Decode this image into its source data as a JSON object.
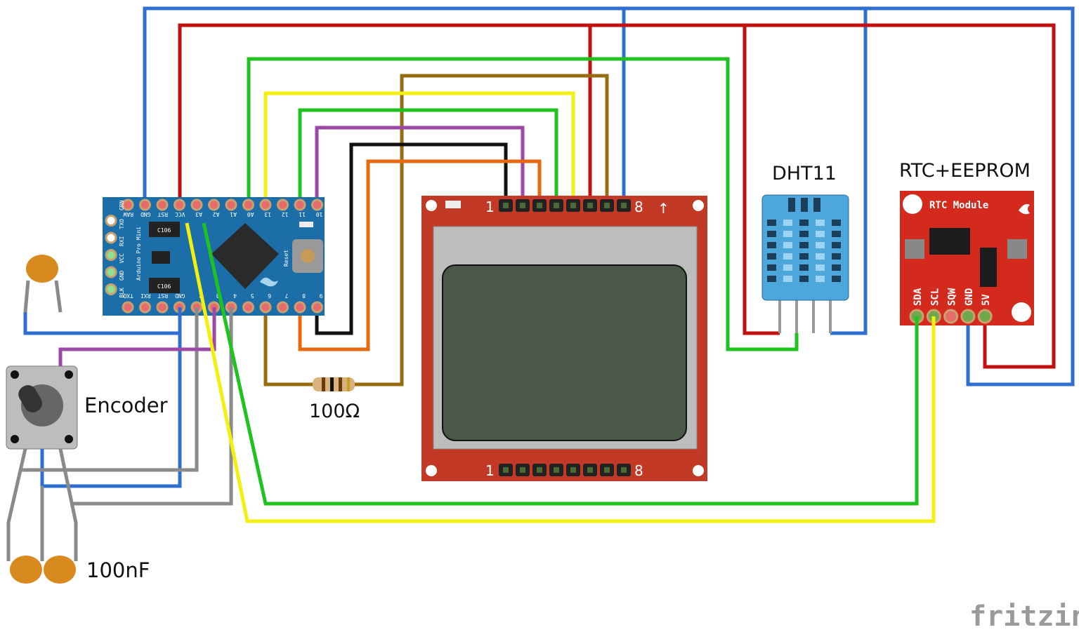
{
  "labels": {
    "dht11": "DHT11",
    "rtc": "RTC+EEPROM",
    "encoder": "Encoder",
    "resistor": "100Ω",
    "capacitor": "100nF",
    "watermark": "fritzing",
    "lcd_pin_first": "1",
    "lcd_pin_last": "8",
    "lcd_arrow": "↑"
  },
  "arduino": {
    "name": "Arduino Pro Mini",
    "top_pins": [
      "RAW",
      "GND",
      "RST",
      "VCC",
      "A3",
      "A2",
      "A1",
      "A0",
      "13",
      "12",
      "11",
      "10"
    ],
    "bottom_pins": [
      "TXO",
      "RXI",
      "RST",
      "GND",
      "2",
      "3",
      "4",
      "5",
      "6",
      "7",
      "8",
      "9"
    ],
    "side_pins": [
      "GRN",
      "TXO",
      "RXI",
      "VCC",
      "GND",
      "BLK"
    ],
    "chip_label": "C106",
    "reset_label": "Reset"
  },
  "rtc_module": {
    "title": "RTC Module",
    "pins": [
      "SDA",
      "SCL",
      "SQW",
      "GND",
      "5V"
    ]
  },
  "colors": {
    "blue": "#2f6fd1",
    "red": "#c40f0f",
    "green": "#1fc31f",
    "yellow": "#f3ef0f",
    "brown": "#9a6c10",
    "purple": "#9b48a6",
    "black": "#111111",
    "orange": "#e8680f",
    "gray": "#8a8a8a",
    "arduino_board": "#1b6ea8",
    "lcd_board": "#c23a26",
    "rtc_board": "#d4291d",
    "dht_body": "#4da6dc"
  }
}
